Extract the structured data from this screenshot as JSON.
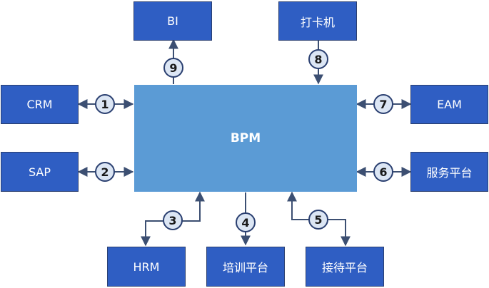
{
  "diagram": {
    "hub": {
      "label": "BPM"
    },
    "systems": {
      "bi": {
        "label": "BI"
      },
      "clock": {
        "label": "打卡机"
      },
      "crm": {
        "label": "CRM"
      },
      "eam": {
        "label": "EAM"
      },
      "sap": {
        "label": "SAP"
      },
      "service": {
        "label": "服务平台"
      },
      "hrm": {
        "label": "HRM"
      },
      "training": {
        "label": "培训平台"
      },
      "reception": {
        "label": "接待平台"
      }
    },
    "connections": [
      {
        "label": "1",
        "from": "BPM",
        "to": "CRM",
        "direction": "both"
      },
      {
        "label": "2",
        "from": "BPM",
        "to": "SAP",
        "direction": "both"
      },
      {
        "label": "3",
        "from": "HRM",
        "to": "BPM",
        "direction": "both"
      },
      {
        "label": "4",
        "from": "BPM",
        "to": "培训平台",
        "direction": "to"
      },
      {
        "label": "5",
        "from": "BPM",
        "to": "接待平台",
        "direction": "both"
      },
      {
        "label": "6",
        "from": "BPM",
        "to": "服务平台",
        "direction": "both"
      },
      {
        "label": "7",
        "from": "BPM",
        "to": "EAM",
        "direction": "both"
      },
      {
        "label": "8",
        "from": "打卡机",
        "to": "BPM",
        "direction": "to"
      },
      {
        "label": "9",
        "from": "BPM",
        "to": "BI",
        "direction": "to"
      }
    ],
    "colors": {
      "hub": "#5b9bd5",
      "box": "#2f5ec3",
      "line": "#3c4f72",
      "badge": "#dce6f4"
    }
  }
}
